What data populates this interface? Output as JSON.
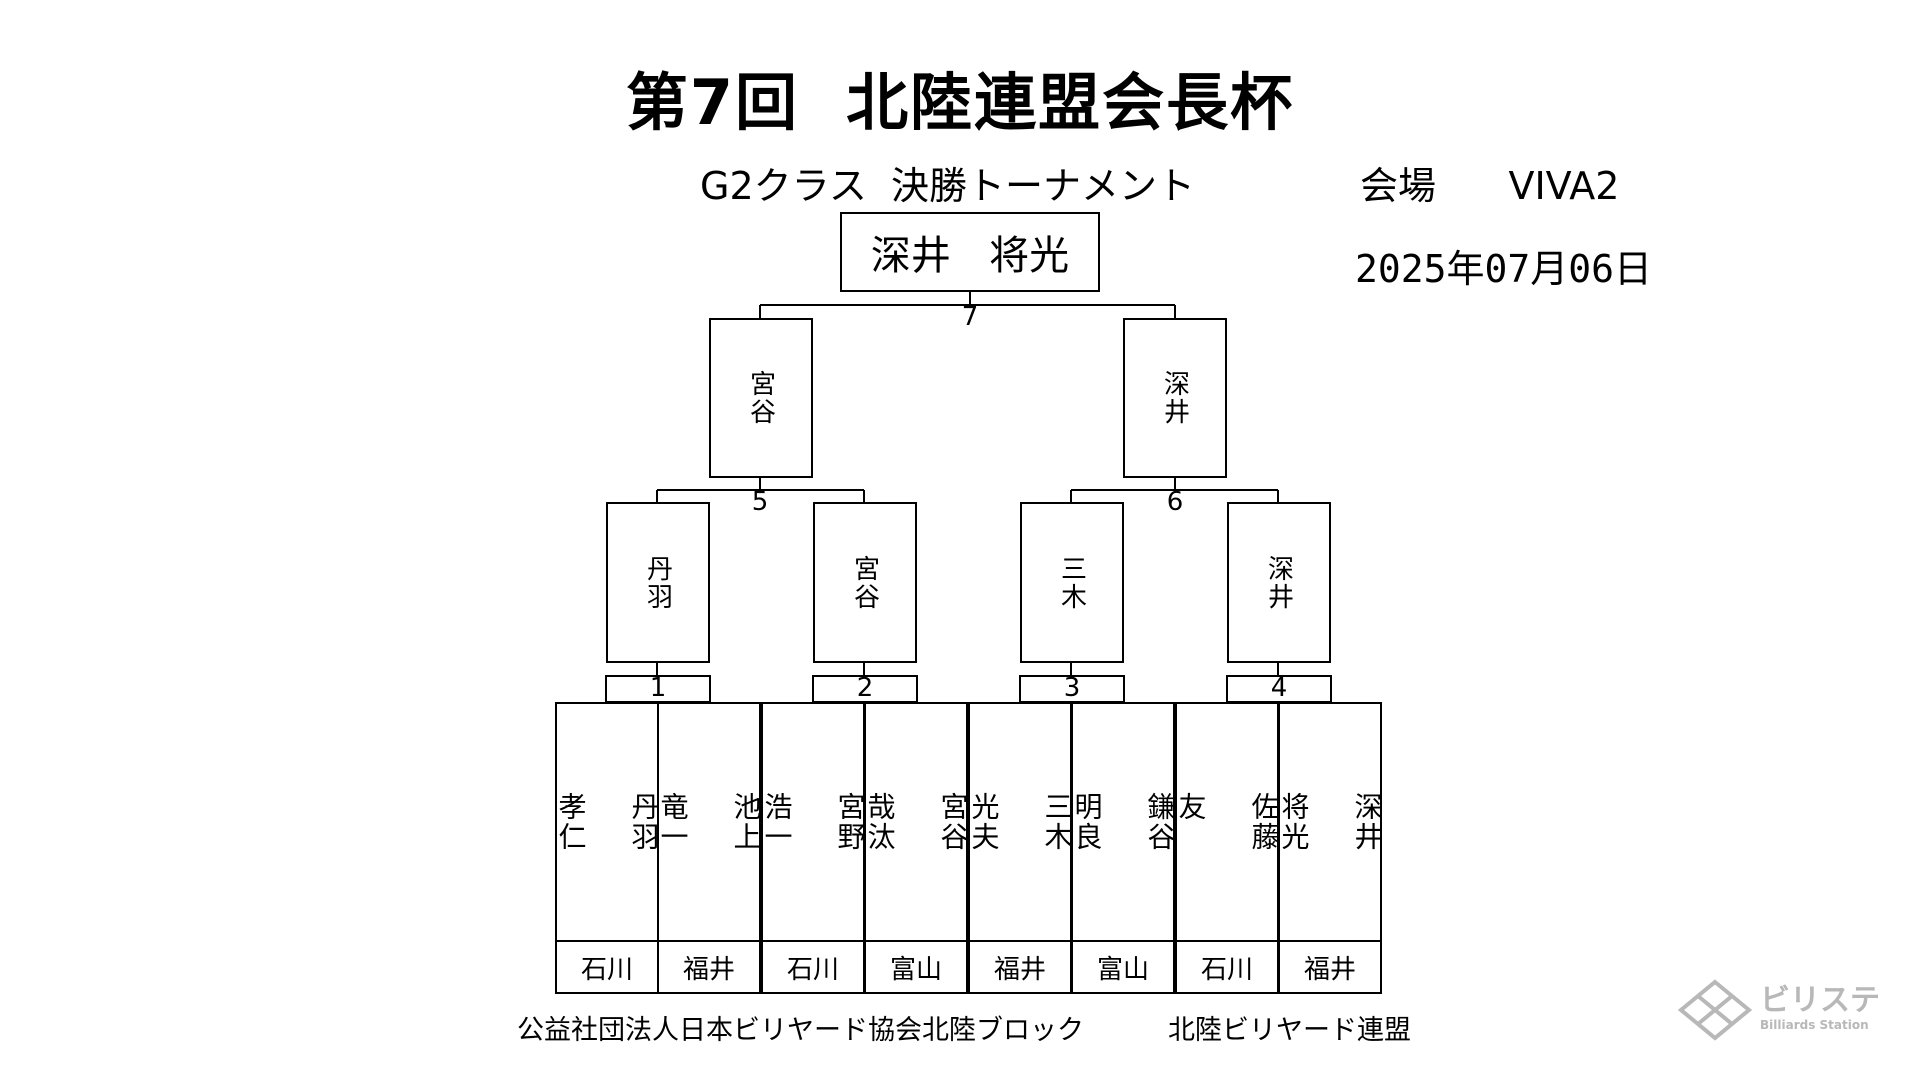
{
  "header": {
    "title": "第7回  北陸連盟会長杯",
    "subtitle": "G2クラス  決勝トーナメント",
    "venue": "会場      VIVA2",
    "date": "2025年07月06日"
  },
  "champion": "深井   将光",
  "final": {
    "match_no": "7",
    "left": "宮谷",
    "right": "深井"
  },
  "semis": [
    {
      "match_no": "5",
      "left": "丹羽",
      "right": "宮谷"
    },
    {
      "match_no": "6",
      "left": "三木",
      "right": "深井"
    }
  ],
  "first_round_numbers": [
    "1",
    "2",
    "3",
    "4"
  ],
  "players": [
    {
      "name": "丹羽\n\n孝仁",
      "pref": "石川"
    },
    {
      "name": "池上\n\n竜一",
      "pref": "福井"
    },
    {
      "name": "宮野\n\n浩一",
      "pref": "石川"
    },
    {
      "name": "宮谷\n\n哉汰",
      "pref": "富山"
    },
    {
      "name": "三木\n\n光夫",
      "pref": "福井"
    },
    {
      "name": "鎌谷\n\n明良",
      "pref": "富山"
    },
    {
      "name": "佐藤\n\n友",
      "pref": "石川"
    },
    {
      "name": "深井\n\n将光",
      "pref": "福井"
    }
  ],
  "footer": {
    "left": "公益社団法人日本ビリヤード協会北陸ブロック",
    "right": "北陸ビリヤード連盟"
  },
  "watermark": {
    "text": "ビリステ",
    "sub": "Billiards Station",
    "icon": "billiards-station-logo-icon"
  }
}
